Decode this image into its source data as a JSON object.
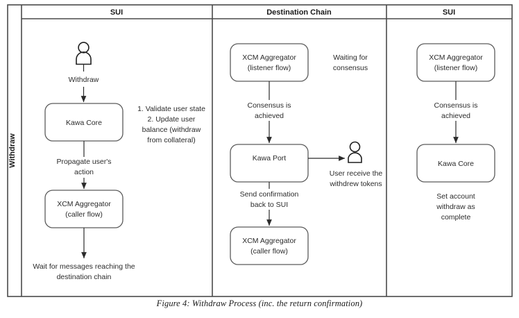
{
  "figure": {
    "caption": "Figure 4: Withdraw Process (inc. the return confirmation)",
    "process_lane_label": "Withdraw"
  },
  "lanes": [
    {
      "id": "lane-sui-source",
      "title": "SUI"
    },
    {
      "id": "lane-destination-chain",
      "title": "Destination Chain"
    },
    {
      "id": "lane-sui-return",
      "title": "SUI"
    }
  ],
  "nodes": {
    "actor_source": {
      "kind": "actor",
      "label": ""
    },
    "kawa_core_source": {
      "kind": "process",
      "line1": "Kawa Core",
      "line2": ""
    },
    "xcm_caller_source": {
      "kind": "process",
      "line1": "XCM Aggregator",
      "line2": "(caller flow)"
    },
    "xcm_listener_dest": {
      "kind": "process",
      "line1": "XCM Aggregator",
      "line2": "(listener flow)"
    },
    "kawa_port_dest": {
      "kind": "process",
      "line1": "Kawa Port",
      "line2": ""
    },
    "actor_dest": {
      "kind": "actor",
      "label": ""
    },
    "xcm_caller_dest": {
      "kind": "process",
      "line1": "XCM Aggregator",
      "line2": "(caller flow)"
    },
    "xcm_listener_return": {
      "kind": "process",
      "line1": "XCM Aggregator",
      "line2": "(listener flow)"
    },
    "kawa_core_return": {
      "kind": "process",
      "line1": "Kawa Core",
      "line2": ""
    }
  },
  "edge_labels": {
    "withdraw": "Withdraw",
    "propagate_l1": "Propagate user's",
    "propagate_l2": "action",
    "wait_l1": "Wait for messages reaching the",
    "wait_l2": "destination chain",
    "consensus_dest_l1": "Consensus is",
    "consensus_dest_l2": "achieved",
    "send_conf_l1": "Send confirmation",
    "send_conf_l2": "back to SUI",
    "consensus_return_l1": "Consensus is",
    "consensus_return_l2": "achieved"
  },
  "notes": {
    "validate_l1": "1. Validate user state",
    "validate_l2": "2. Update user",
    "validate_l3": "balance (withdraw",
    "validate_l4": "from collateral)",
    "waiting_l1": "Waiting for",
    "waiting_l2": "consensus",
    "user_receive_l1": "User receive the",
    "user_receive_l2": "withdrew tokens",
    "set_account_l1": "Set account",
    "set_account_l2": "withdraw as",
    "set_account_l3": "complete"
  },
  "colors": {
    "frame_stroke": "#4a4a4a",
    "node_stroke": "#5b5b5b",
    "connector": "#2b2b2b",
    "text": "#2b2b2b",
    "background": "#ffffff"
  }
}
